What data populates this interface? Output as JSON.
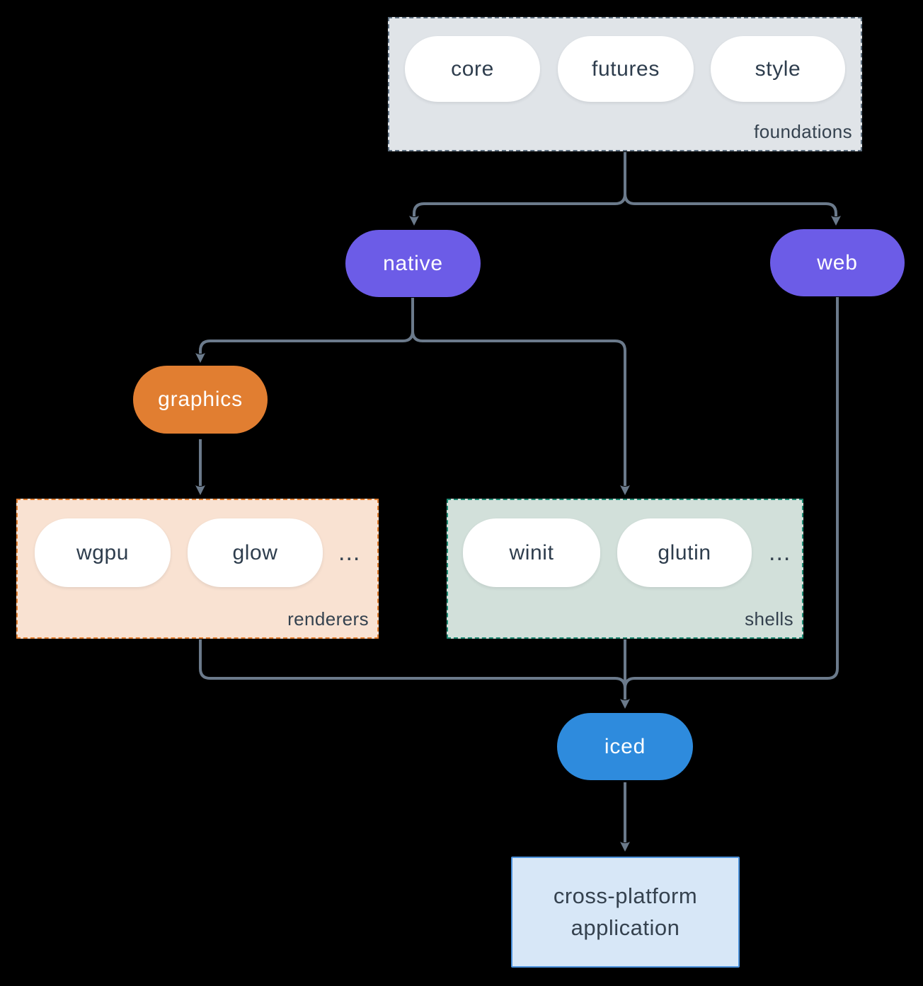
{
  "diagram": {
    "colors": {
      "background": "#000000",
      "arrow": "#6b7a8b",
      "purple_node": "#6c5ce7",
      "orange_node": "#e17e31",
      "blue_node": "#2e8bdd",
      "foundations_bg": "#e0e4e8",
      "foundations_border": "#5f7080",
      "renderers_bg": "#f9e2d2",
      "renderers_border": "#e17e31",
      "shells_bg": "#d2e0da",
      "shells_border": "#1f8a73",
      "app_bg": "#d7e7f7",
      "app_border": "#4a90da",
      "dark_text": "#2e3d4d",
      "white_text": "#ffffff"
    },
    "foundations": {
      "label": "foundations",
      "items": [
        "core",
        "futures",
        "style"
      ]
    },
    "native": {
      "label": "native"
    },
    "web": {
      "label": "web"
    },
    "graphics": {
      "label": "graphics"
    },
    "renderers": {
      "label": "renderers",
      "items": [
        "wgpu",
        "glow"
      ],
      "more": "..."
    },
    "shells": {
      "label": "shells",
      "items": [
        "winit",
        "glutin"
      ],
      "more": "..."
    },
    "iced": {
      "label": "iced"
    },
    "application": {
      "lines": [
        "cross-platform",
        "application"
      ]
    }
  }
}
